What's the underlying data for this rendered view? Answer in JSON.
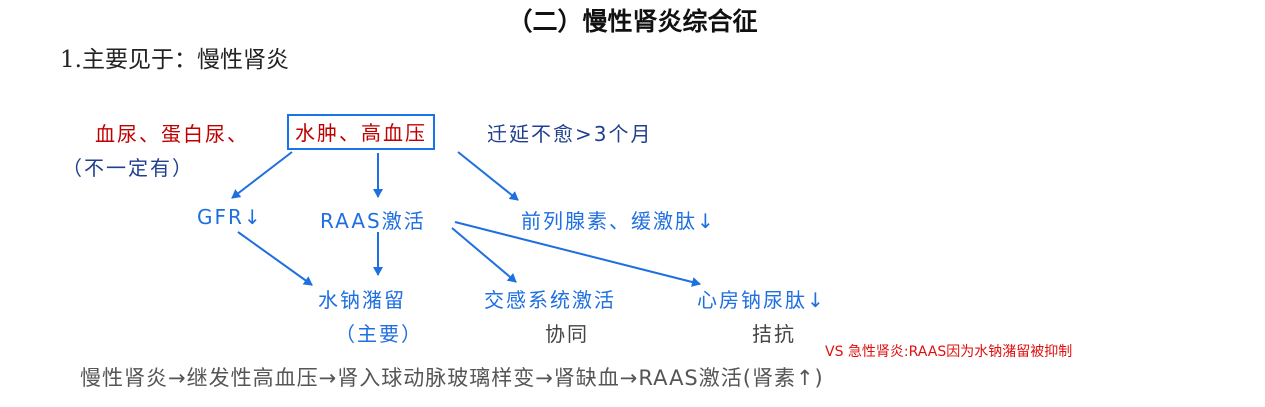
{
  "title": "（二）慢性肾炎综合征",
  "intro": "1.主要见于：慢性肾炎",
  "symptoms": {
    "red": "血尿、蛋白尿、",
    "boxed": "水肿、高血压",
    "duration": "迁延不愈>3个月",
    "note": "（不一定有）"
  },
  "effects": {
    "gfr": "GFR↓",
    "raas": "RAAS激活",
    "prostaglandin": "前列腺素、缓激肽↓"
  },
  "outcomes": {
    "sodium": "水钠潴留",
    "sodium_note": "（主要）",
    "sympathetic": "交感系统激活",
    "sympathetic_note": "协同",
    "anp": "心房钠尿肽↓",
    "anp_note": "拮抗"
  },
  "vs_note": "VS 急性肾炎:RAAS因为水钠潴留被抑制",
  "pathway": "慢性肾炎→继发性高血压→肾入球动脉玻璃样变→肾缺血→RAAS激活(肾素↑)",
  "colors": {
    "red": "#c00000",
    "blue": "#1e6fe0",
    "box": "#1a73e8",
    "darkblue": "#1f3f8f",
    "vs": "#e01010"
  }
}
